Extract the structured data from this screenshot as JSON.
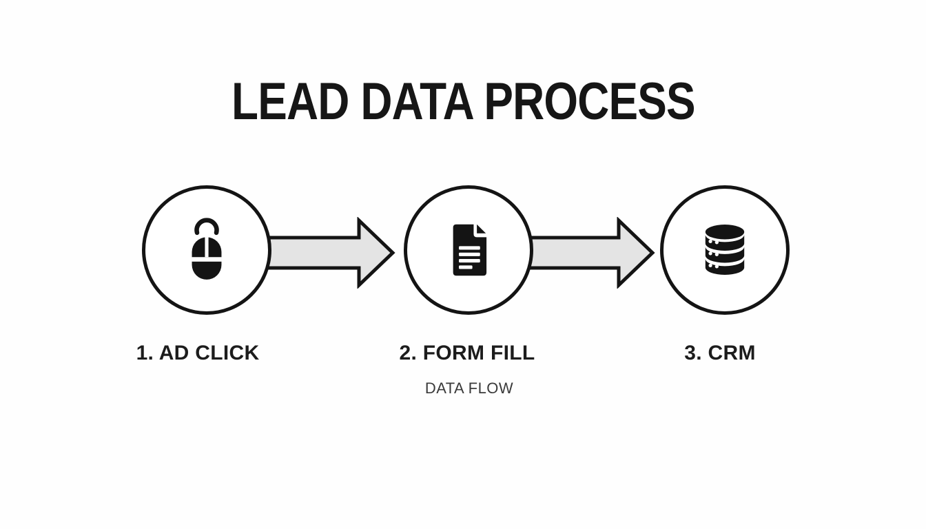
{
  "title": "LEAD DATA PROCESS",
  "caption": "DATA FLOW",
  "steps": [
    {
      "label": "1. AD CLICK",
      "icon": "mouse-click-icon"
    },
    {
      "label": "2. FORM FILL",
      "icon": "form-document-icon"
    },
    {
      "label": "3. CRM",
      "icon": "database-icon"
    }
  ],
  "connectors": [
    {
      "icon": "arrow-right-icon",
      "direction": "right"
    },
    {
      "icon": "arrow-right-icon",
      "direction": "right"
    }
  ],
  "colors": {
    "background": "#ffffff",
    "outline": "#141414",
    "arrow_fill": "#e4e4e4",
    "title_text": "#161616",
    "label_text": "#1c1c1c",
    "caption_text": "#3a3a3a"
  }
}
